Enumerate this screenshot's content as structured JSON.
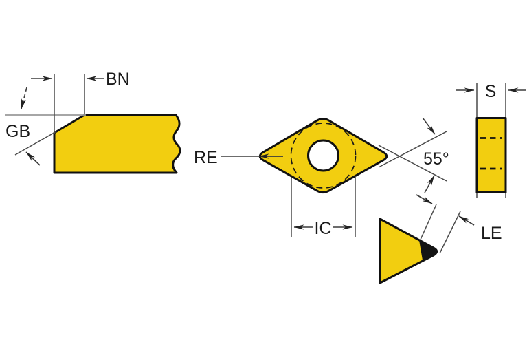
{
  "colors": {
    "insert_yellow": "#F2CE10",
    "outline": "#111111",
    "dimension_line": "#3c3c3c",
    "plane_line": "#999999",
    "label_text": "#1a1a1a",
    "background": "#ffffff"
  },
  "side_view": {
    "bn_label": "BN",
    "gb_label": "GB"
  },
  "top_view": {
    "re_label": "RE",
    "ic_label": "IC",
    "angle_label": "55°"
  },
  "thickness_view": {
    "s_label": "S"
  },
  "cutting_edge_view": {
    "le_label": "LE"
  }
}
